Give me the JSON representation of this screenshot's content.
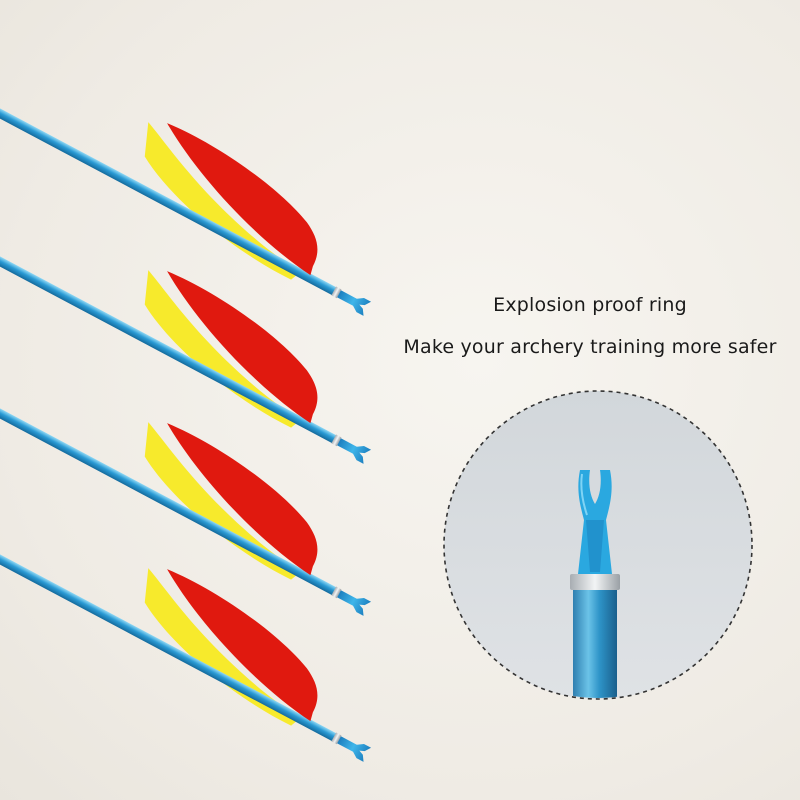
{
  "caption": {
    "line1": "Explosion proof ring",
    "line2": "Make your archery training more safer"
  },
  "colors": {
    "shaft": "#1f8fc9",
    "shaft_highlight": "#7fd0f2",
    "vane_red": "#e0190f",
    "vane_yellow": "#f7ea2c",
    "nock": "#2aa8e0",
    "ring": "#d9dde0",
    "callout_bg": "#d7dbdf",
    "callout_border": "#333333"
  },
  "arrows": [
    {
      "id": "arrow-1"
    },
    {
      "id": "arrow-2"
    },
    {
      "id": "arrow-3"
    },
    {
      "id": "arrow-4"
    }
  ]
}
